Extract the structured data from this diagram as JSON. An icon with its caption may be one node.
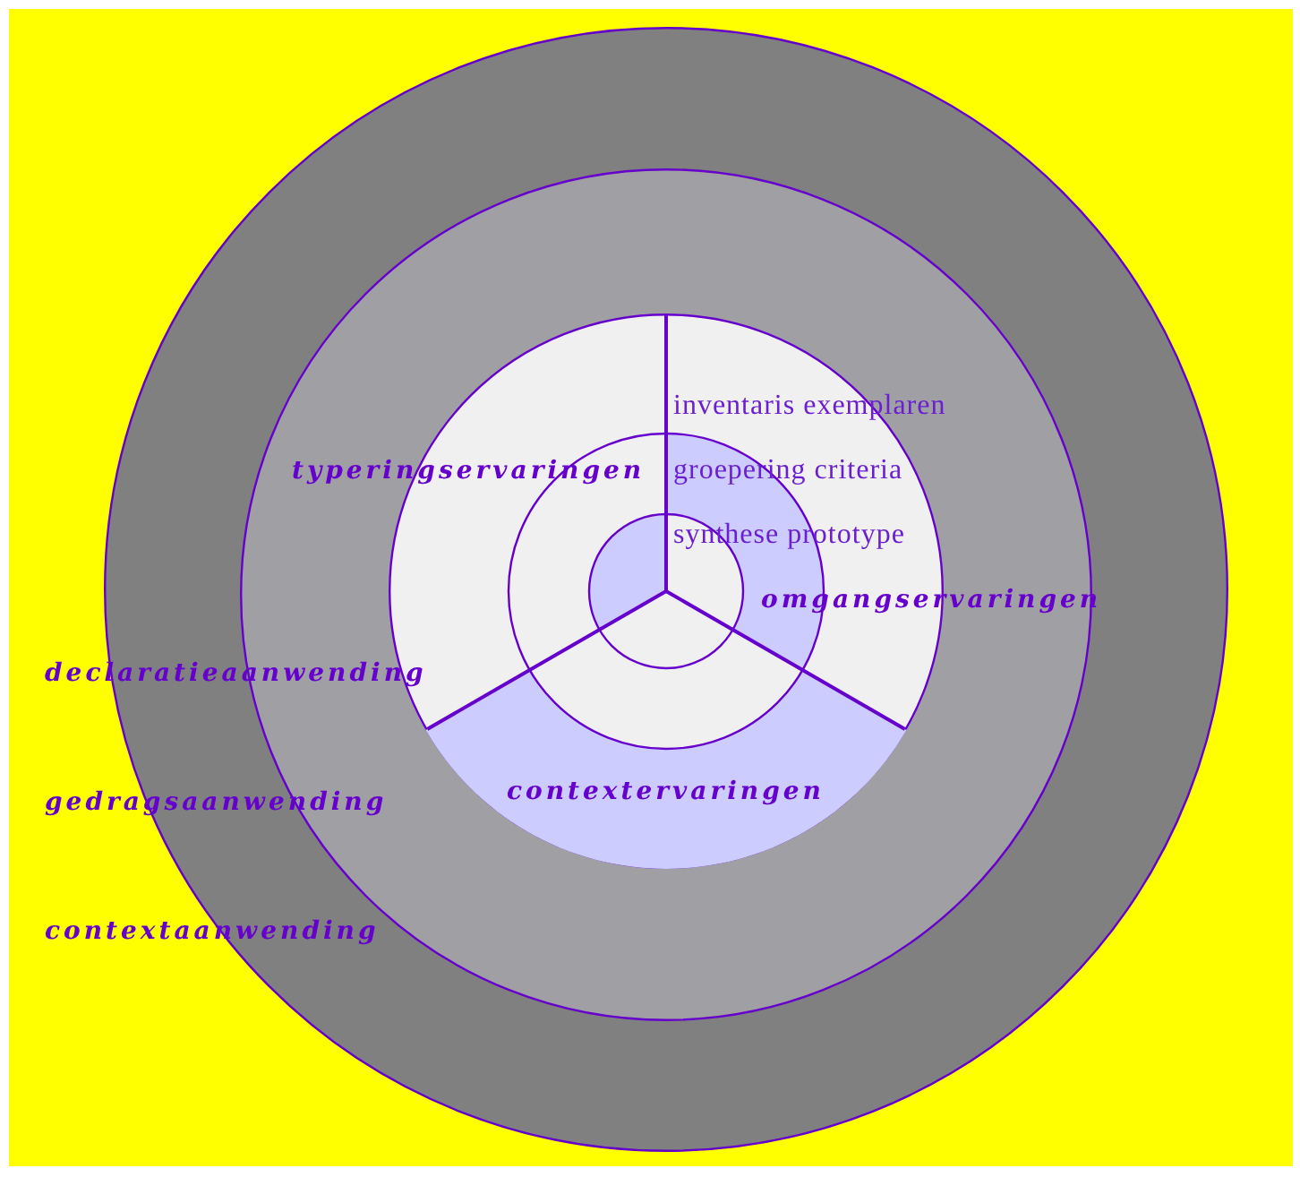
{
  "diagram": {
    "nodes": [
      {
        "text": [],
        "shape": "circle"
      },
      {
        "text": [],
        "shape": "circle",
        "in": 0
      },
      {
        "text": [],
        "shape": "circle",
        "in": 1
      },
      {
        "text": [
          "typeringservaringen"
        ],
        "in": 1
      },
      {
        "text": [
          "omgangservaringen"
        ],
        "in": 1
      },
      {
        "text": [
          "contextervaringen"
        ],
        "in": 2
      }
    ],
    "labels": [
      "inventaris exemplaren",
      "groepering criteria",
      "synthese prototype",
      "declaratieaanwending",
      "gedragsaanwending",
      "contextaanwending"
    ]
  }
}
